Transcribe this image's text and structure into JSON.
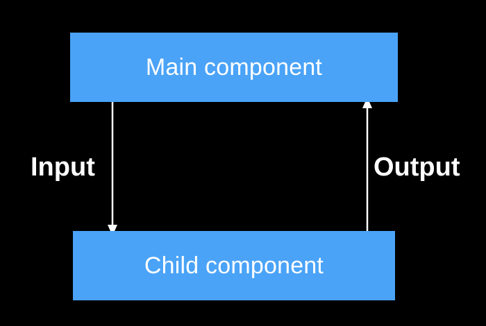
{
  "nodes": {
    "main": {
      "label": "Main component"
    },
    "child": {
      "label": "Child component"
    }
  },
  "edges": {
    "input": {
      "label": "Input",
      "from": "main",
      "to": "child"
    },
    "output": {
      "label": "Output",
      "from": "child",
      "to": "main"
    }
  },
  "colors": {
    "background": "#000000",
    "box_fill": "#4aa3f7",
    "text": "#ffffff",
    "arrow": "#ffffff"
  }
}
